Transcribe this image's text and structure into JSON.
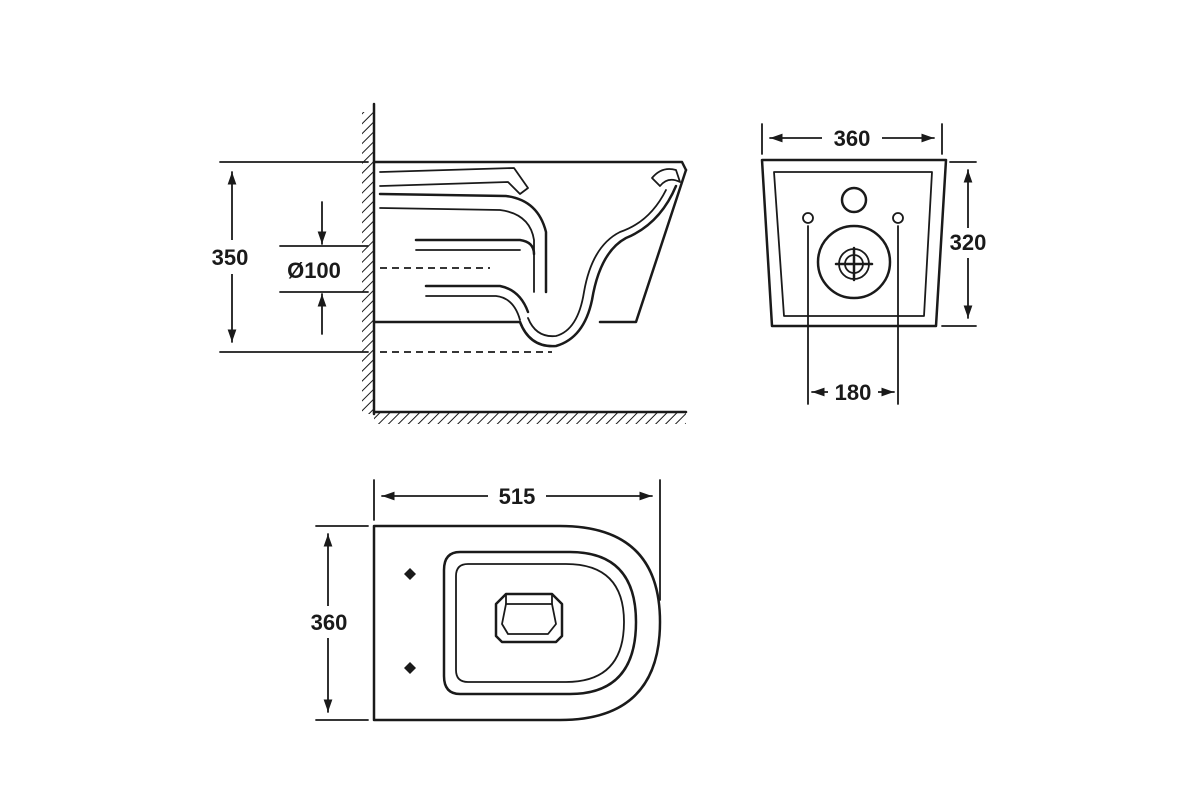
{
  "side_view": {
    "height_label": "350",
    "outlet_label": "Ø100"
  },
  "rear_view": {
    "width_label": "360",
    "height_label": "320",
    "bolt_spacing_label": "180"
  },
  "top_view": {
    "length_label": "515",
    "width_label": "360"
  },
  "colors": {
    "line": "#1a1a1a",
    "background": "#ffffff"
  }
}
